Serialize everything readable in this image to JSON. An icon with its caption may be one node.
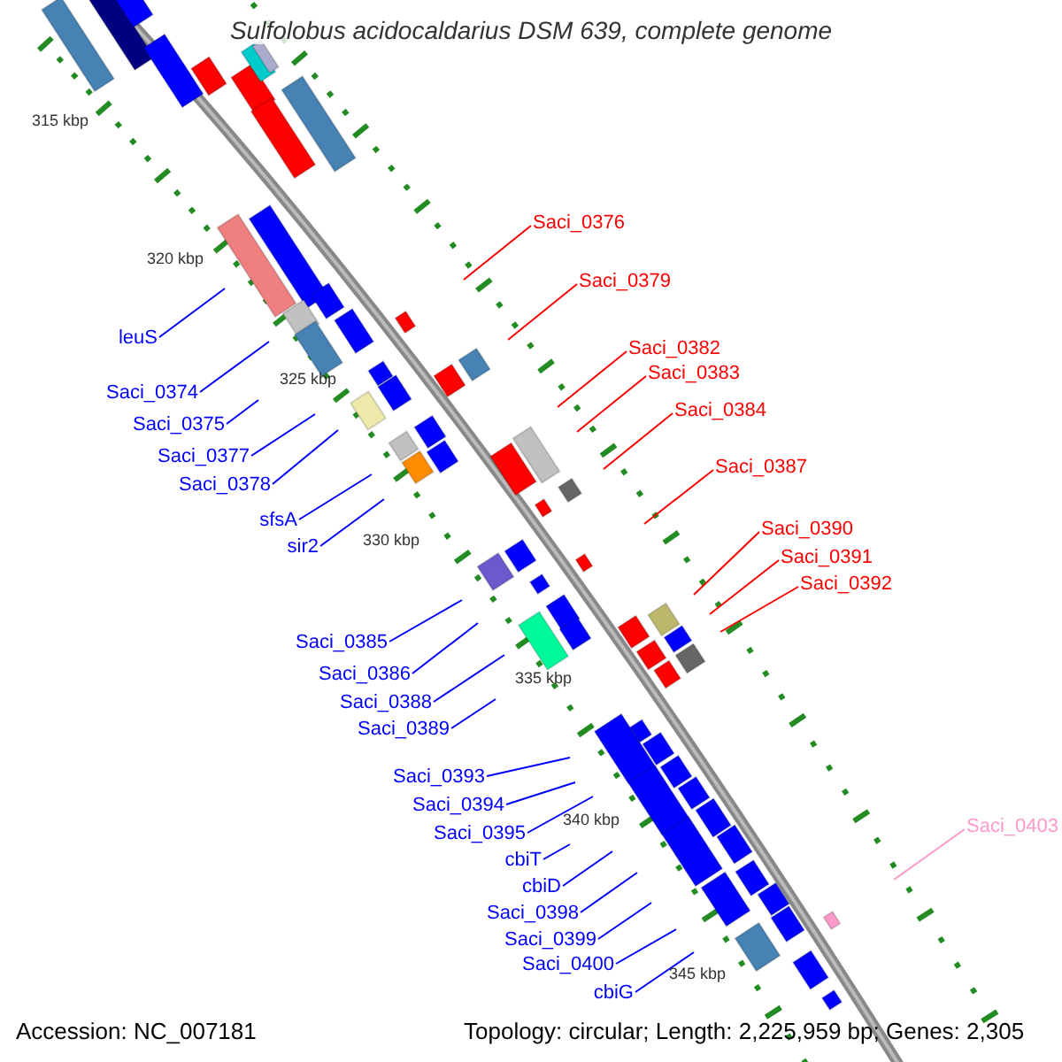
{
  "diagram": {
    "title": "Sulfolobus acidocaldarius DSM 639, complete genome",
    "nodes": [
      {
        "text": [
          "Saci_0376"
        ]
      },
      {
        "text": [
          "Saci_0379"
        ]
      },
      {
        "text": [
          "leuS"
        ]
      },
      {
        "text": [
          "Saci_0382"
        ]
      },
      {
        "text": [
          "Saci_0383"
        ]
      },
      {
        "text": [
          "Saci_0374"
        ]
      },
      {
        "text": [
          "Saci_0384"
        ]
      },
      {
        "text": [
          "Saci_0375"
        ]
      },
      {
        "text": [
          "Saci_0377"
        ]
      },
      {
        "text": [
          "Saci_0387"
        ]
      },
      {
        "text": [
          "Saci_0378"
        ]
      },
      {
        "text": [
          "sfsA"
        ]
      },
      {
        "text": [
          "Saci_0390"
        ]
      },
      {
        "text": [
          "sir2"
        ]
      },
      {
        "text": [
          "Saci_0391"
        ]
      },
      {
        "text": [
          "Saci_0392"
        ]
      },
      {
        "text": [
          "Saci_0385"
        ]
      },
      {
        "text": [
          "Saci_0386"
        ]
      },
      {
        "text": [
          "Saci_0388"
        ]
      },
      {
        "text": [
          "Saci_0389"
        ]
      },
      {
        "text": [
          "Saci_0393"
        ]
      },
      {
        "text": [
          "Saci_0394"
        ]
      },
      {
        "text": [
          "Saci_0403"
        ]
      },
      {
        "text": [
          "Saci_0395"
        ]
      },
      {
        "text": [
          "cbiT"
        ]
      },
      {
        "text": [
          "cbiD"
        ]
      },
      {
        "text": [
          "Saci_0398"
        ]
      },
      {
        "text": [
          "Saci_0399"
        ]
      },
      {
        "text": [
          "Saci_0400"
        ]
      },
      {
        "text": [
          "cbiG"
        ]
      }
    ],
    "edges": [
      {
        "from": 0,
        "to": null,
        "arrow": "none",
        "color": "#ff0000"
      },
      {
        "from": 1,
        "to": null,
        "arrow": "none",
        "color": "#ff0000"
      },
      {
        "from": 2,
        "to": null,
        "arrow": "none"
      },
      {
        "from": 3,
        "to": null,
        "arrow": "none",
        "color": "#ff0000"
      },
      {
        "from": 4,
        "to": null,
        "arrow": "none",
        "color": "#ff0000"
      },
      {
        "from": 5,
        "to": null,
        "arrow": "none"
      },
      {
        "from": 6,
        "to": null,
        "arrow": "none",
        "color": "#ff0000"
      },
      {
        "from": 7,
        "to": null,
        "arrow": "none"
      },
      {
        "from": 8,
        "to": null,
        "arrow": "none"
      },
      {
        "from": 9,
        "to": null,
        "arrow": "none",
        "color": "#ff0000"
      },
      {
        "from": 10,
        "to": null,
        "arrow": "none"
      },
      {
        "from": 11,
        "to": null,
        "arrow": "none"
      },
      {
        "from": 12,
        "to": null,
        "arrow": "none",
        "color": "#ff0000"
      },
      {
        "from": 13,
        "to": null,
        "arrow": "none"
      },
      {
        "from": 14,
        "to": null,
        "arrow": "none",
        "color": "#ff0000"
      },
      {
        "from": 15,
        "to": null,
        "arrow": "none",
        "color": "#ff0000"
      },
      {
        "from": 16,
        "to": null,
        "arrow": "none"
      },
      {
        "from": 17,
        "to": null,
        "arrow": "none"
      },
      {
        "from": 18,
        "to": null,
        "arrow": "none"
      },
      {
        "from": 19,
        "to": null,
        "arrow": "none"
      },
      {
        "from": 20,
        "to": null,
        "arrow": "none"
      },
      {
        "from": 21,
        "to": null,
        "arrow": "none"
      },
      {
        "from": 22,
        "to": null,
        "arrow": "none",
        "color": "#ff99cc"
      },
      {
        "from": 23,
        "to": null,
        "arrow": "none"
      },
      {
        "from": 24,
        "to": null,
        "arrow": "none"
      },
      {
        "from": 25,
        "to": null,
        "arrow": "none"
      },
      {
        "from": 26,
        "to": null,
        "arrow": "none"
      },
      {
        "from": 27,
        "to": null,
        "arrow": "none"
      },
      {
        "from": 28,
        "to": null,
        "arrow": "none"
      },
      {
        "from": 29,
        "to": null,
        "arrow": "none"
      }
    ],
    "labels": [
      "315 kbp",
      "320 kbp",
      "325 kbp",
      "330 kbp",
      "335 kbp",
      "340 kbp",
      "345 kbp",
      "Accession: NC_007181",
      "Topology: circular; Length: 2,225,959 bp; Genes: 2,305"
    ]
  }
}
